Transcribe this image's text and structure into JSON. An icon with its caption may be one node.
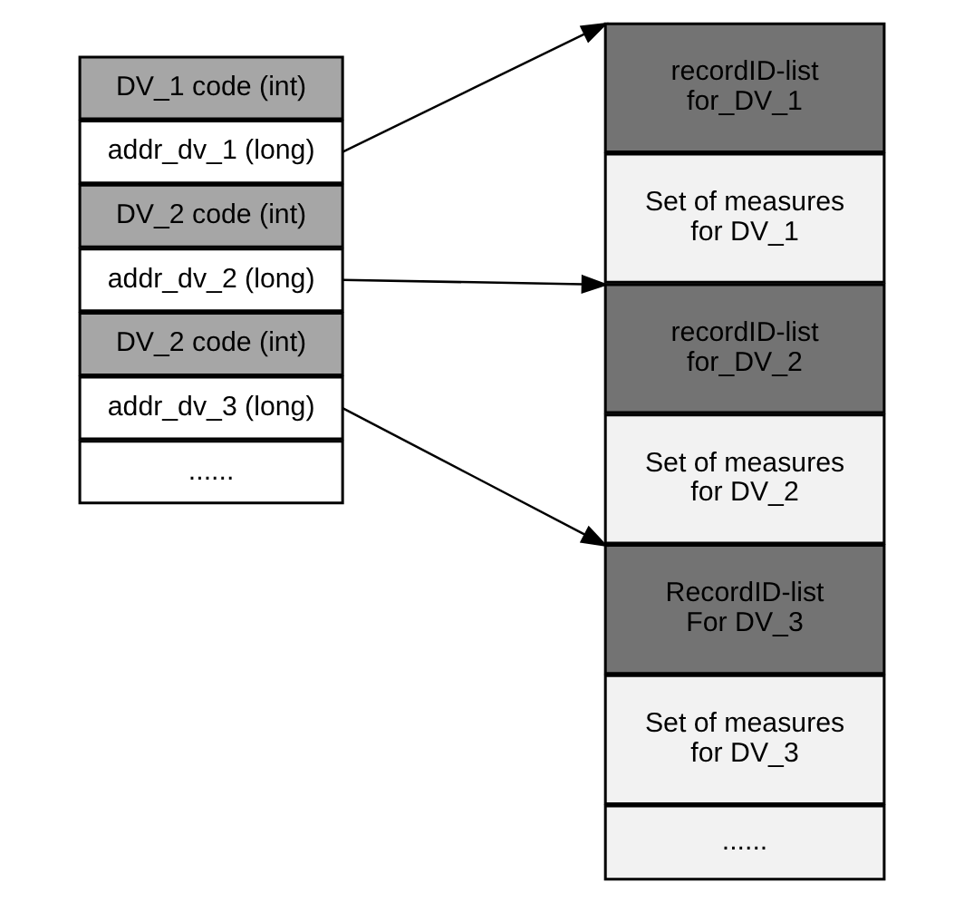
{
  "diagram": {
    "nodes": [
      {
        "text": [
          "DV_1 code (int)"
        ]
      },
      {
        "text": [
          "addr_dv_1 (long)"
        ]
      },
      {
        "text": [
          "DV_2 code (int)"
        ]
      },
      {
        "text": [
          "addr_dv_2 (long)"
        ]
      },
      {
        "text": [
          "DV_2 code (int)"
        ]
      },
      {
        "text": [
          "addr_dv_3 (long)"
        ]
      },
      {
        "text": [
          "......"
        ]
      },
      {
        "text": [
          "recordID-list for_DV_1"
        ]
      },
      {
        "text": [
          "Set of measures for DV_1"
        ]
      },
      {
        "text": [
          "recordID-list for_DV_2"
        ]
      },
      {
        "text": [
          "Set of measures for DV_2"
        ]
      },
      {
        "text": [
          "RecordID-list For DV_3"
        ]
      },
      {
        "text": [
          "Set of measures for DV_3"
        ]
      },
      {
        "text": [
          "......"
        ]
      }
    ],
    "edges": [
      {
        "from": 1,
        "to": 7,
        "arrow": "to"
      },
      {
        "from": 3,
        "to": 9,
        "arrow": "to"
      },
      {
        "from": 5,
        "to": 11,
        "arrow": "to"
      }
    ]
  }
}
